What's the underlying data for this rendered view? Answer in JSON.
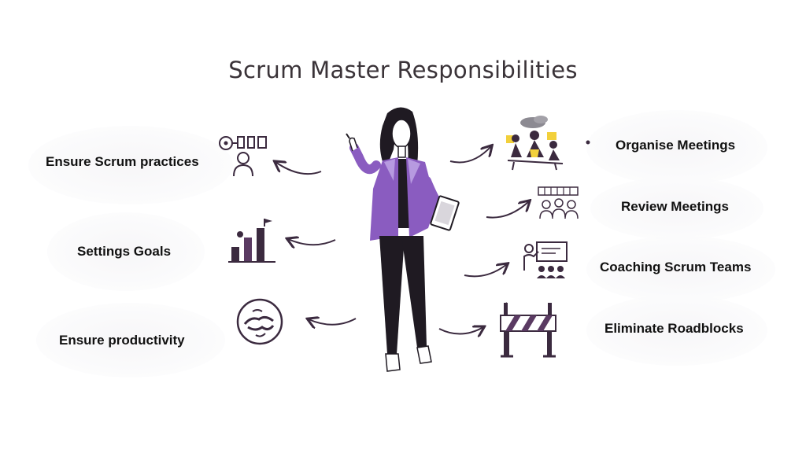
{
  "title": "Scrum Master Responsibilities",
  "left_items": [
    {
      "label": "Ensure Scrum practices",
      "icon": "person-process-icon"
    },
    {
      "label": "Settings Goals",
      "icon": "bar-chart-goal-icon"
    },
    {
      "label": "Ensure productivity",
      "icon": "handshake-icon"
    }
  ],
  "right_items": [
    {
      "label": "Organise Meetings",
      "icon": "meeting-group-icon"
    },
    {
      "label": "Review Meetings",
      "icon": "audience-review-icon"
    },
    {
      "label": "Coaching Scrum Teams",
      "icon": "presentation-coaching-icon"
    },
    {
      "label": "Eliminate Roadblocks",
      "icon": "roadblock-barrier-icon"
    }
  ],
  "colors": {
    "accent": "#8a5cc0",
    "dark": "#3b2a3f",
    "text": "#111111",
    "highlight": "#f2d03b"
  }
}
